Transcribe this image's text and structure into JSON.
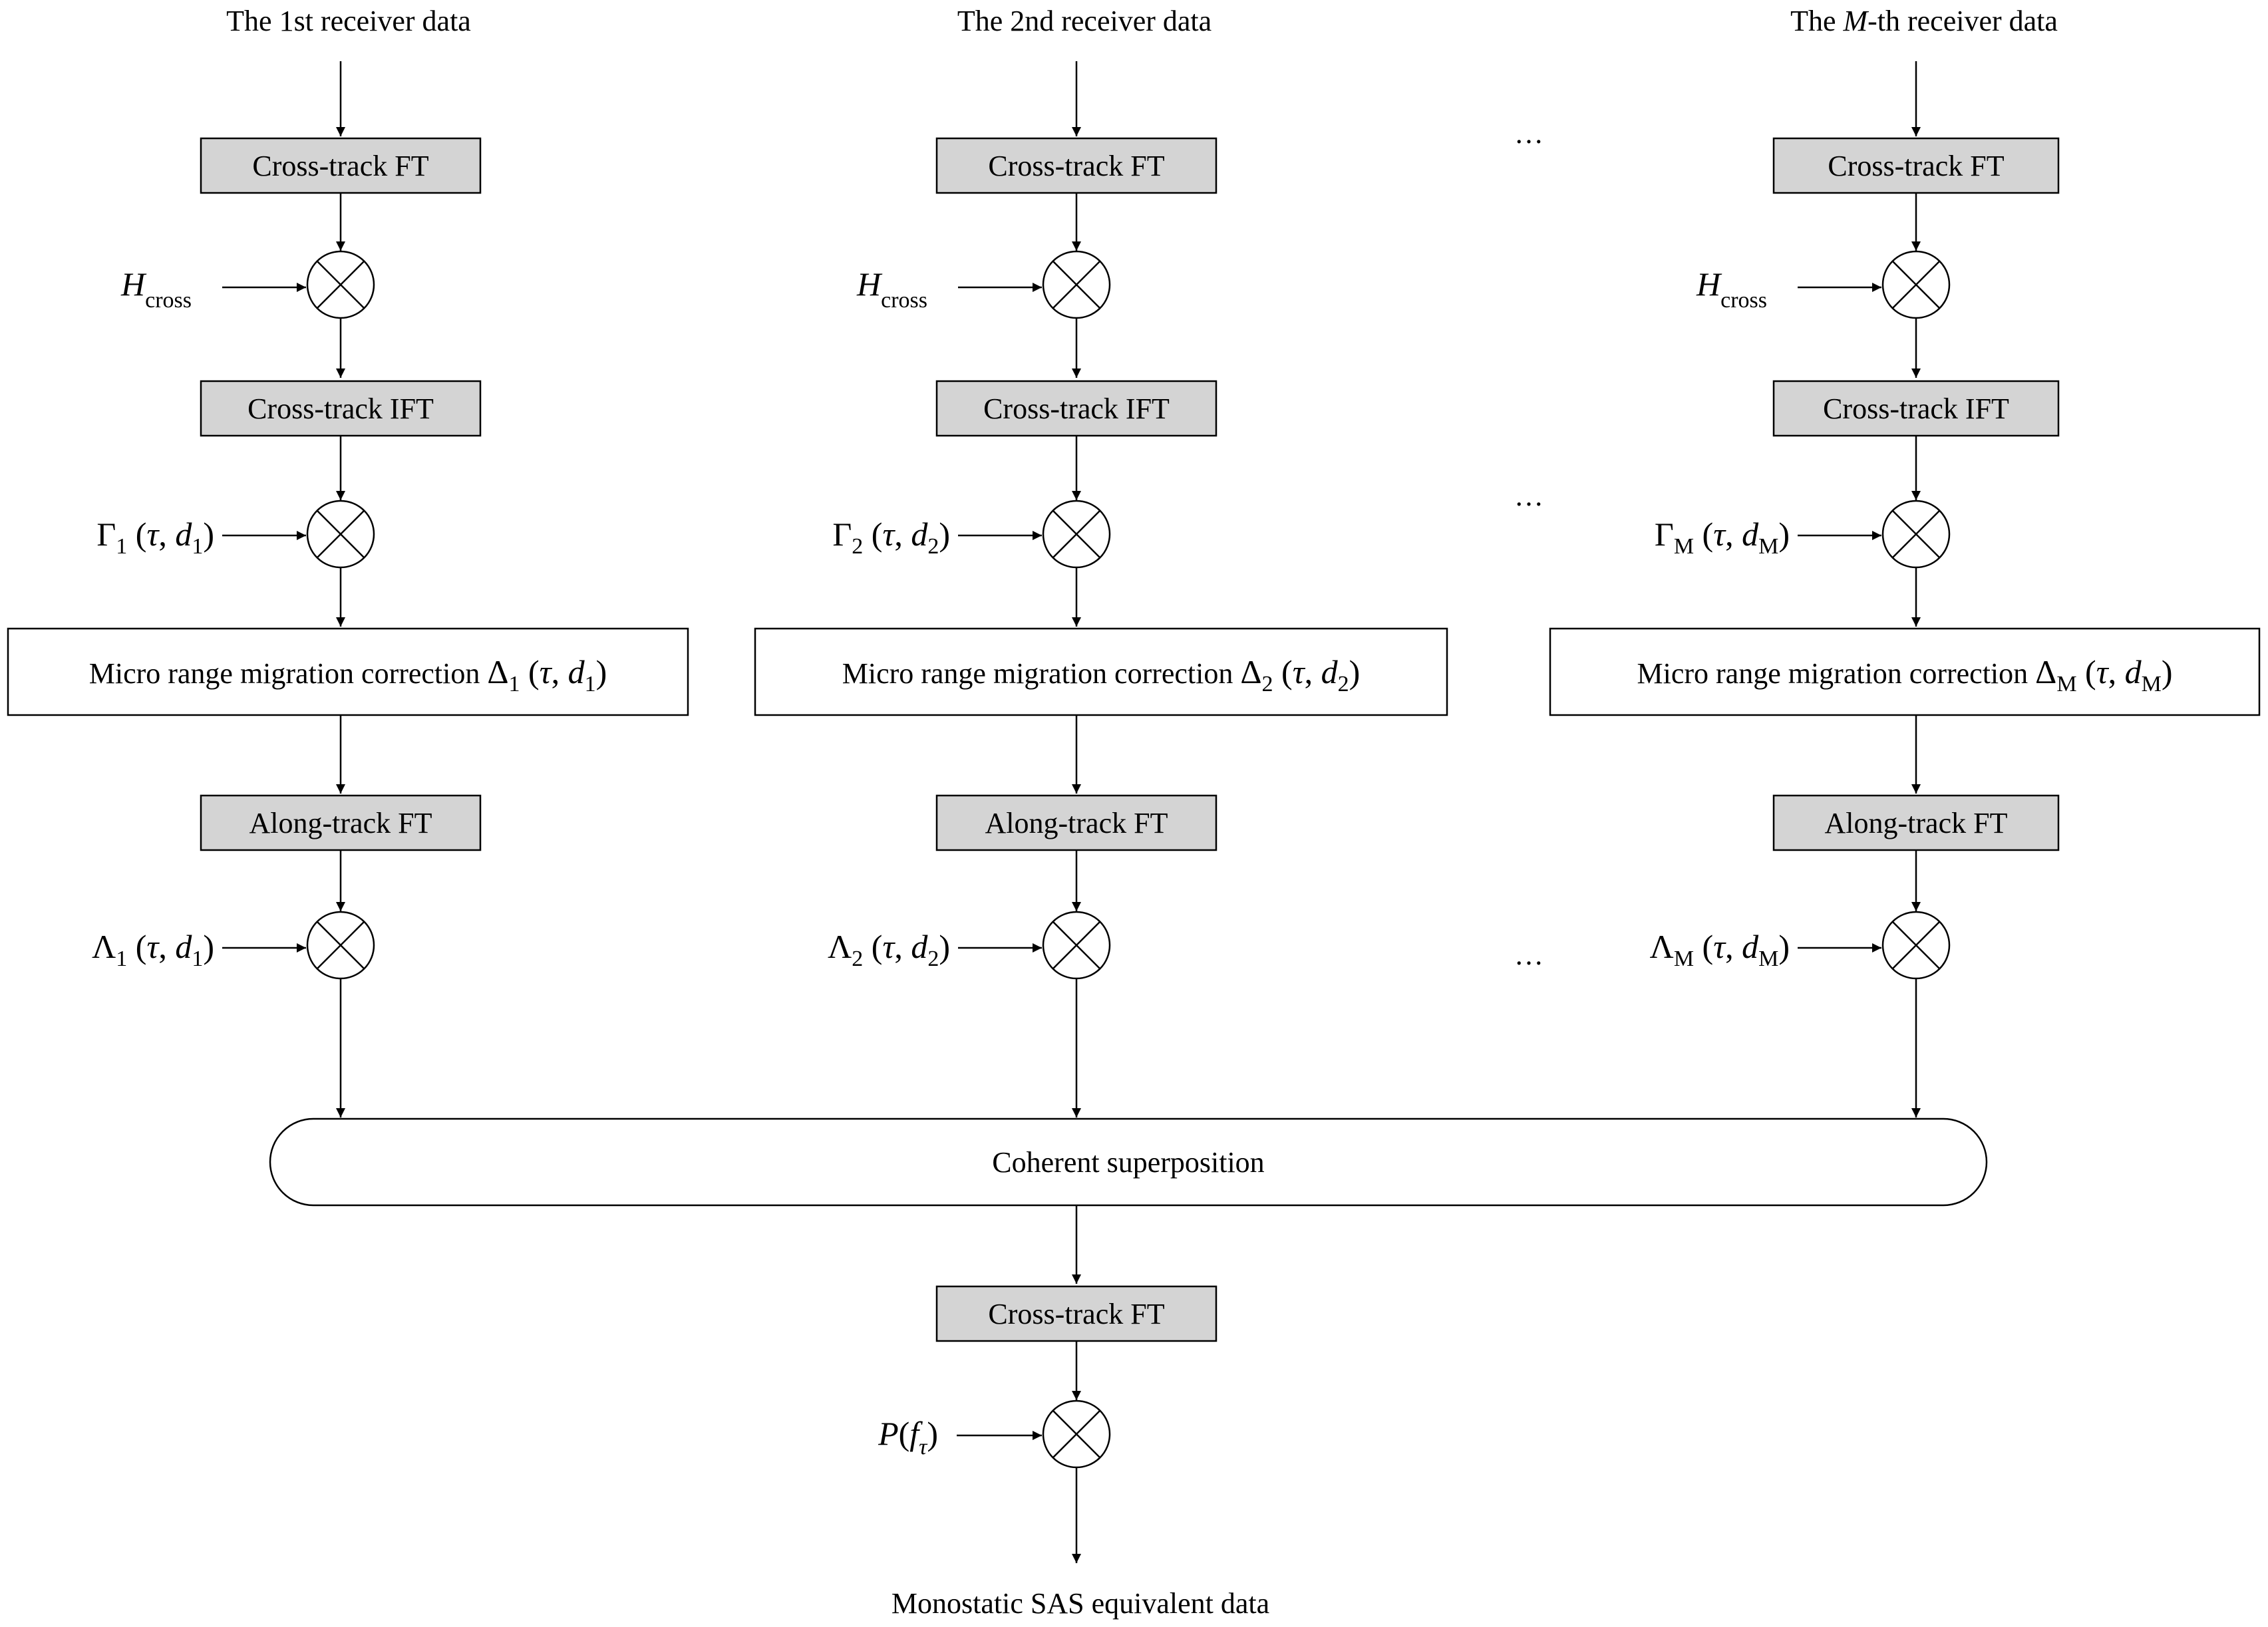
{
  "inputs": [
    {
      "pre": "The 1st receiver data",
      "italic": "",
      "post": ""
    },
    {
      "pre": "The 2nd receiver data",
      "italic": "",
      "post": ""
    },
    {
      "pre": "The ",
      "italic": "M",
      "post": "-th receiver data"
    }
  ],
  "blocks": {
    "cross_ft": "Cross-track FT",
    "cross_ift": "Cross-track IFT",
    "micro": "Micro range migration correction",
    "along_ft": "Along-track FT",
    "coherent": "Coherent superposition",
    "final_ft": "Cross-track FT",
    "output": "Monostatic SAS equivalent data"
  },
  "ellipsis": "…",
  "filters": {
    "h_symbol": "H",
    "h_sub": "cross",
    "gamma": "Γ",
    "delta": "Δ",
    "lambda": "Λ",
    "tau": "τ",
    "d": "d",
    "channel_subs": [
      "1",
      "2",
      "M"
    ],
    "p_symbol": "P",
    "p_arg": "f",
    "p_sub": "τ"
  }
}
